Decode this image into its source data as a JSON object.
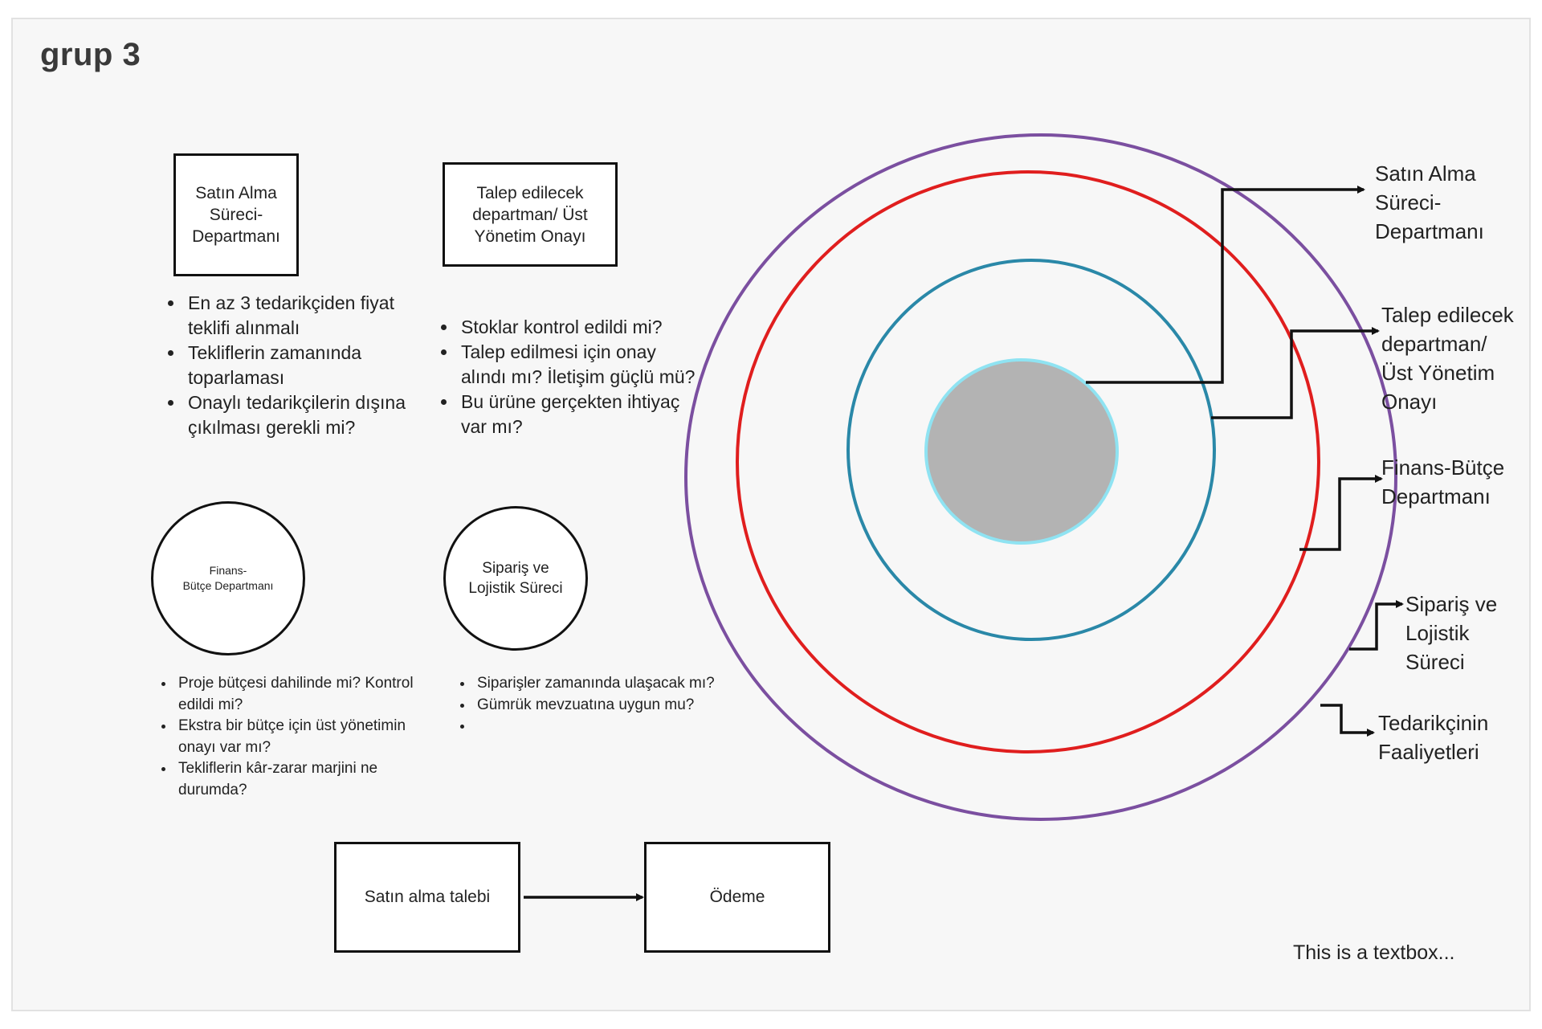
{
  "board": {
    "title": "grup 3",
    "textbox": "This is a textbox..."
  },
  "boxes": {
    "satin_alma_sureci": "Satın Alma\nSüreci-\nDepartmanı",
    "talep_edilecek": "Talep edilecek\ndepartman/ Üst\nYönetim Onayı",
    "satin_alma_talebi": "Satın alma talebi",
    "odeme": "Ödeme"
  },
  "circles": {
    "finans": "Finans-\nBütçe Departmanı",
    "siparis": "Sipariş ve\nLojistik Süreci"
  },
  "lists": {
    "satin_alma": [
      "En az 3 tedarikçiden fiyat teklifi alınmalı",
      "Tekliflerin zamanında toparlaması",
      "Onaylı tedarikçilerin dışına çıkılması gerekli mi?"
    ],
    "talep": [
      "Stoklar kontrol edildi mi?",
      "Talep edilmesi için onay alındı mı? İletişim güçlü mü?",
      "Bu ürüne gerçekten ihtiyaç var mı?"
    ],
    "finans": [
      "Proje bütçesi dahilinde mi? Kontrol edildi mi?",
      "Ekstra bir bütçe için üst yönetimin onayı var mı?",
      "Tekliflerin kâr-zarar marjini ne durumda?"
    ],
    "siparis": [
      "Siparişler zamanında ulaşacak mı?",
      "Gümrük mevzuatına uygun mu?",
      ""
    ]
  },
  "ring_labels": {
    "satin_alma": "Satın Alma Süreci-\nDepartmanı",
    "talep": "Talep edilecek departman/\nÜst Yönetim Onayı",
    "finans": "Finans-Bütçe Departmanı",
    "siparis": "Sipariş ve Lojistik Süreci",
    "tedarikci": "Tedarikçinin Faaliyetleri"
  },
  "colors": {
    "ring_outer": "#7b4fa0",
    "ring_middle": "#e01e1e",
    "ring_inner": "#2a88a8",
    "core_fill": "#b3b3b3",
    "core_stroke": "#8fe3f2",
    "line": "#111111"
  }
}
